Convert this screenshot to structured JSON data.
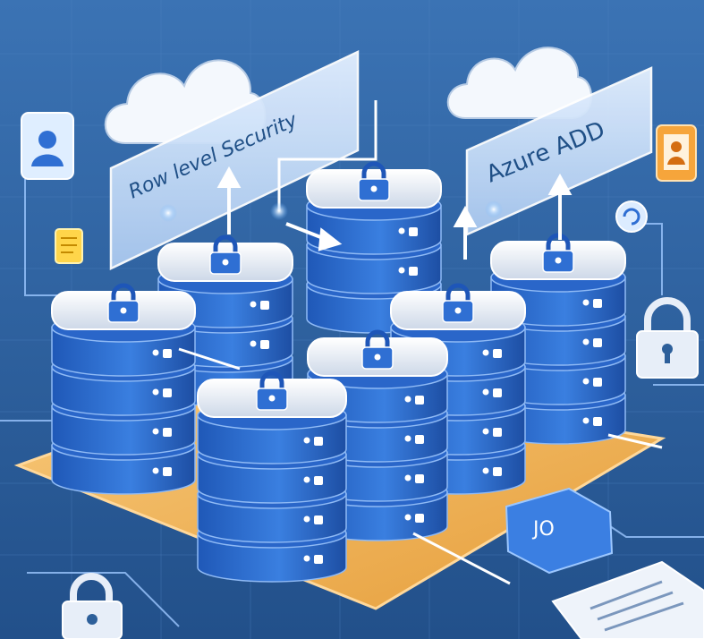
{
  "labels": {
    "rls": "Row level Security",
    "azure": "Azure ADD",
    "badge": "JO"
  },
  "colors": {
    "background": "#2d5f9a",
    "db_blue": "#2f6fd3",
    "db_top": "#e9eef6",
    "platform": "#f2b85a",
    "panel": "#cfe3fb",
    "cloud": "#f4f8fd"
  },
  "icons": [
    "cloud-icon",
    "lock-icon",
    "user-icon",
    "document-icon",
    "database-icon",
    "arrow-icon",
    "refresh-icon"
  ]
}
